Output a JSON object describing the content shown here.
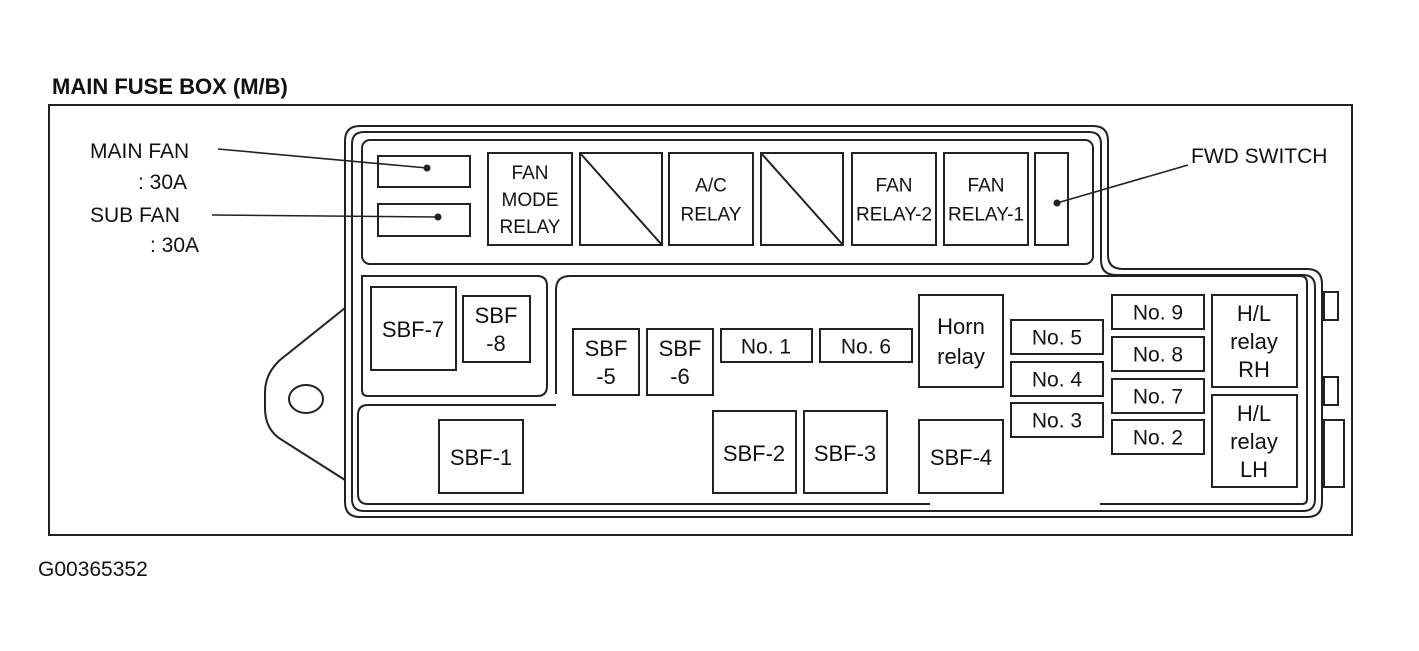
{
  "title": "MAIN FUSE BOX (M/B)",
  "figure_id": "G00365352",
  "callouts": {
    "main_fan": [
      "MAIN FAN",
      ": 30A"
    ],
    "sub_fan": [
      "SUB FAN",
      ": 30A"
    ],
    "fwd_switch": [
      "FWD SWITCH"
    ]
  },
  "relays_top": {
    "fan_mode_relay": [
      "FAN",
      "MODE",
      "RELAY"
    ],
    "ac_relay": [
      "A/C",
      "RELAY"
    ],
    "fan_relay_2": [
      "FAN",
      "RELAY-2"
    ],
    "fan_relay_1": [
      "FAN",
      "RELAY-1"
    ]
  },
  "fuses": {
    "sbf7": [
      "SBF-7"
    ],
    "sbf8": [
      "SBF",
      "-8"
    ],
    "sbf5": [
      "SBF",
      "-5"
    ],
    "sbf6": [
      "SBF",
      "-6"
    ],
    "no1": [
      "No. 1"
    ],
    "no6": [
      "No. 6"
    ],
    "horn_relay": [
      "Horn",
      "relay"
    ],
    "no5": [
      "No. 5"
    ],
    "no4": [
      "No. 4"
    ],
    "no3": [
      "No. 3"
    ],
    "no9": [
      "No. 9"
    ],
    "no8": [
      "No. 8"
    ],
    "no7": [
      "No. 7"
    ],
    "no2": [
      "No. 2"
    ],
    "hl_relay_rh": [
      "H/L",
      "relay",
      "RH"
    ],
    "hl_relay_lh": [
      "H/L",
      "relay",
      "LH"
    ],
    "sbf1": [
      "SBF-1"
    ],
    "sbf2": [
      "SBF-2"
    ],
    "sbf3": [
      "SBF-3"
    ],
    "sbf4": [
      "SBF-4"
    ]
  }
}
